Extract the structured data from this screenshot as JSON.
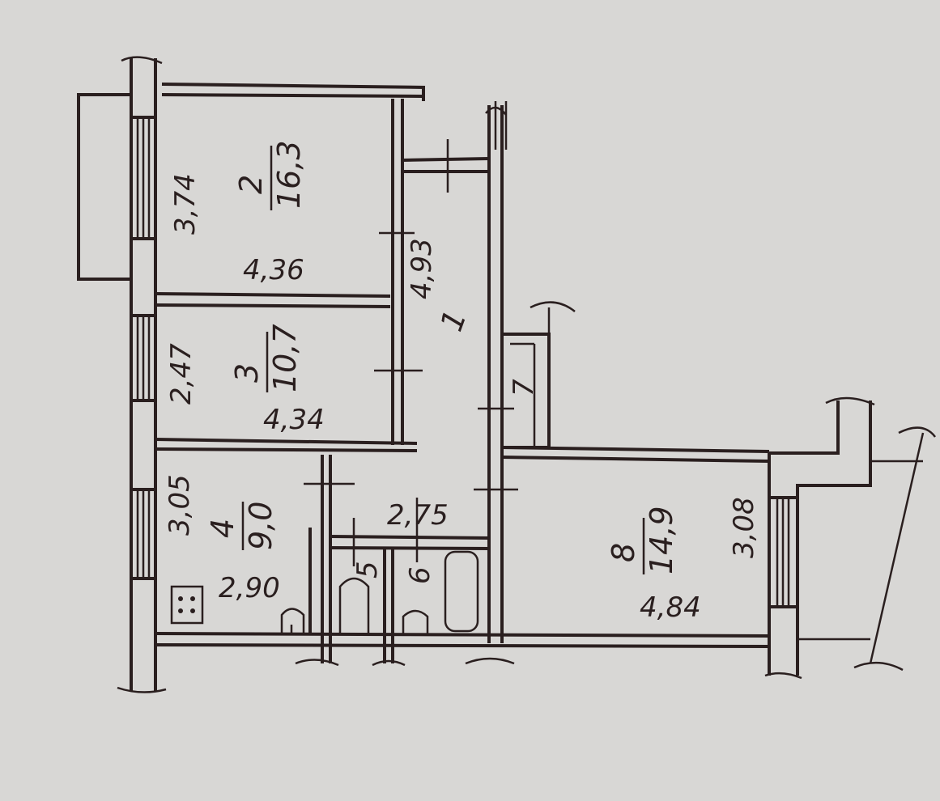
{
  "plan": {
    "corridor": {
      "number": "1",
      "length": "4,93"
    },
    "rooms": [
      {
        "number": "2",
        "area": "16,3",
        "width": "4,36",
        "depth": "3,74"
      },
      {
        "number": "3",
        "area": "10,7",
        "width": "4,34",
        "depth": "2,47"
      },
      {
        "number": "4",
        "area": "9,0",
        "width": "2,90",
        "depth": "3,05"
      },
      {
        "number": "5"
      },
      {
        "number": "6"
      },
      {
        "number": "7"
      },
      {
        "number": "8",
        "area": "14,9",
        "width": "4,84",
        "depth": "3,08"
      }
    ],
    "bath_width": "2,75"
  },
  "colors": {
    "paper": "#d8d7d5",
    "ink": "#2a1f1f"
  }
}
